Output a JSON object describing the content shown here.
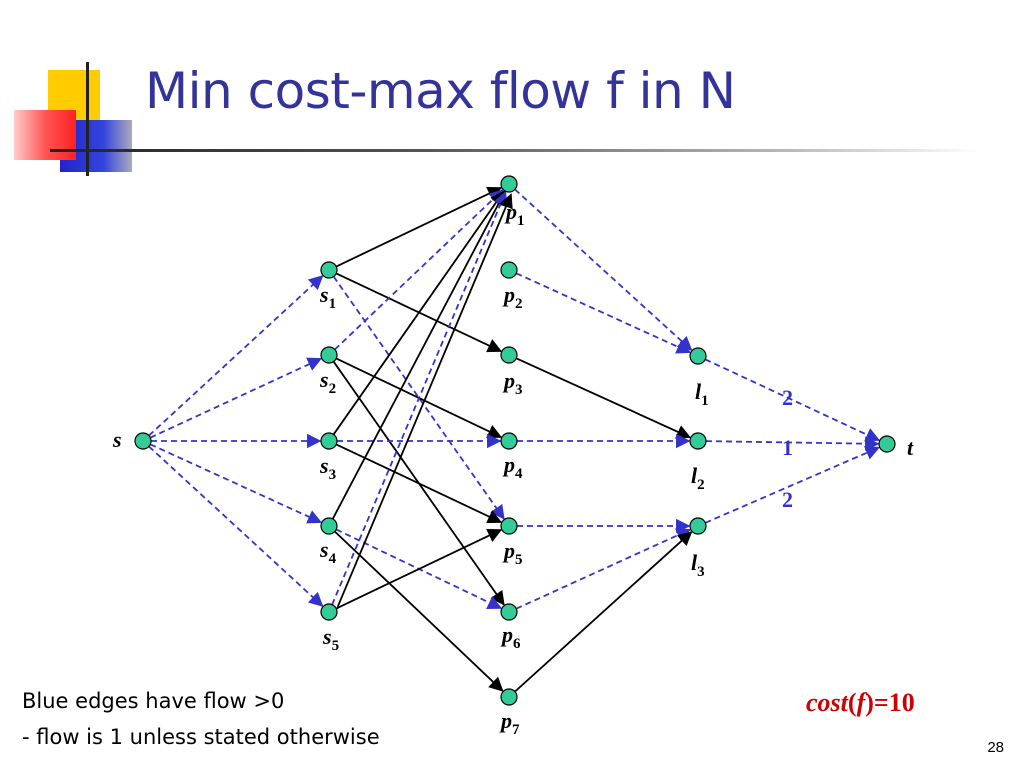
{
  "slide": {
    "title": "Min cost-max flow f in N",
    "caption_line1": "Blue edges have flow >0",
    "caption_line2": "- flow is 1 unless stated otherwise",
    "cost_label": "cost",
    "cost_paren_open": "(",
    "cost_var": "f",
    "cost_rest": ")=10",
    "slide_number": "28"
  },
  "colors": {
    "title": "#333399",
    "node_fill": "#33cc99",
    "flow_edge": "#3333cc",
    "plain_edge": "#000000",
    "cost": "#cc0000",
    "flow_value": "#3333cc"
  },
  "graph": {
    "nodes": [
      {
        "id": "s",
        "label": "s",
        "sub": ""
      },
      {
        "id": "s1",
        "label": "s",
        "sub": "1"
      },
      {
        "id": "s2",
        "label": "s",
        "sub": "2"
      },
      {
        "id": "s3",
        "label": "s",
        "sub": "3"
      },
      {
        "id": "s4",
        "label": "s",
        "sub": "4"
      },
      {
        "id": "s5",
        "label": "s",
        "sub": "5"
      },
      {
        "id": "p1",
        "label": "p",
        "sub": "1"
      },
      {
        "id": "p2",
        "label": "p",
        "sub": "2"
      },
      {
        "id": "p3",
        "label": "p",
        "sub": "3"
      },
      {
        "id": "p4",
        "label": "p",
        "sub": "4"
      },
      {
        "id": "p5",
        "label": "p",
        "sub": "5"
      },
      {
        "id": "p6",
        "label": "p",
        "sub": "6"
      },
      {
        "id": "p7",
        "label": "p",
        "sub": "7"
      },
      {
        "id": "l1",
        "label": "l",
        "sub": "1"
      },
      {
        "id": "l2",
        "label": "l",
        "sub": "2"
      },
      {
        "id": "l3",
        "label": "l",
        "sub": "3"
      },
      {
        "id": "t",
        "label": "t",
        "sub": ""
      }
    ],
    "edges": [
      {
        "from": "s",
        "to": "s1",
        "flow": true
      },
      {
        "from": "s",
        "to": "s2",
        "flow": true
      },
      {
        "from": "s",
        "to": "s3",
        "flow": true
      },
      {
        "from": "s",
        "to": "s4",
        "flow": true
      },
      {
        "from": "s",
        "to": "s5",
        "flow": true
      },
      {
        "from": "s1",
        "to": "p1",
        "flow": false
      },
      {
        "from": "s1",
        "to": "p3",
        "flow": false
      },
      {
        "from": "s1",
        "to": "p5",
        "flow": true
      },
      {
        "from": "s2",
        "to": "p1",
        "flow": true
      },
      {
        "from": "s2",
        "to": "p4",
        "flow": false
      },
      {
        "from": "s2",
        "to": "p6",
        "flow": false
      },
      {
        "from": "s3",
        "to": "p1",
        "flow": false
      },
      {
        "from": "s3",
        "to": "p4",
        "flow": true
      },
      {
        "from": "s3",
        "to": "p5",
        "flow": false
      },
      {
        "from": "s4",
        "to": "p1",
        "flow": false
      },
      {
        "from": "s4",
        "to": "p6",
        "flow": true
      },
      {
        "from": "s4",
        "to": "p7",
        "flow": false
      },
      {
        "from": "s5",
        "to": "p1",
        "flow": true
      },
      {
        "from": "s5",
        "to": "p1",
        "flow": false
      },
      {
        "from": "s5",
        "to": "p5",
        "flow": false
      },
      {
        "from": "p1",
        "to": "l1",
        "flow": true
      },
      {
        "from": "p2",
        "to": "l1",
        "flow": true
      },
      {
        "from": "p3",
        "to": "l2",
        "flow": false
      },
      {
        "from": "p4",
        "to": "l2",
        "flow": true
      },
      {
        "from": "p5",
        "to": "l3",
        "flow": true
      },
      {
        "from": "p6",
        "to": "l3",
        "flow": true
      },
      {
        "from": "p7",
        "to": "l3",
        "flow": false
      },
      {
        "from": "l1",
        "to": "t",
        "flow": true,
        "value": "2"
      },
      {
        "from": "l2",
        "to": "t",
        "flow": true,
        "value": "1"
      },
      {
        "from": "l3",
        "to": "t",
        "flow": true,
        "value": "2"
      }
    ]
  }
}
